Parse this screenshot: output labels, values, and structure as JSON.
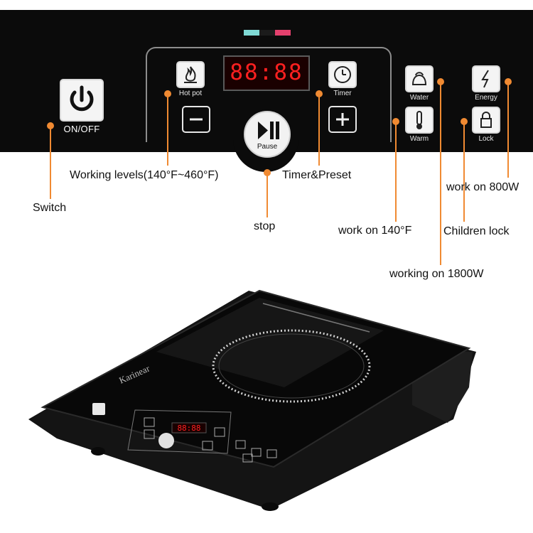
{
  "panel": {
    "power": {
      "label": "ON/OFF"
    },
    "hot_pot": {
      "label": "Hot pot"
    },
    "timer": {
      "label": "Timer"
    },
    "display": {
      "value": "88:88"
    },
    "pause": {
      "label": "Pause"
    },
    "water": {
      "label": "Water"
    },
    "warm": {
      "label": "Warm"
    },
    "energy": {
      "label": "Energy"
    },
    "lock": {
      "label": "Lock"
    },
    "indicator_colors": [
      "#7fd9d4",
      "#ffffff",
      "#e5416e"
    ]
  },
  "callouts": {
    "switch": "Switch",
    "working_levels": "Working levels(140°F~460°F)",
    "timer_preset": "Timer&Preset",
    "stop": "stop",
    "work_140": "work on 140°F",
    "children_lock": "Children lock",
    "work_800": "work on 800W",
    "working_1800": "working on 1800W"
  },
  "cooktop": {
    "brand": "Karinear"
  },
  "colors": {
    "accent": "#f08a32",
    "panel": "#0b0b0b",
    "led": "#ff2020"
  }
}
